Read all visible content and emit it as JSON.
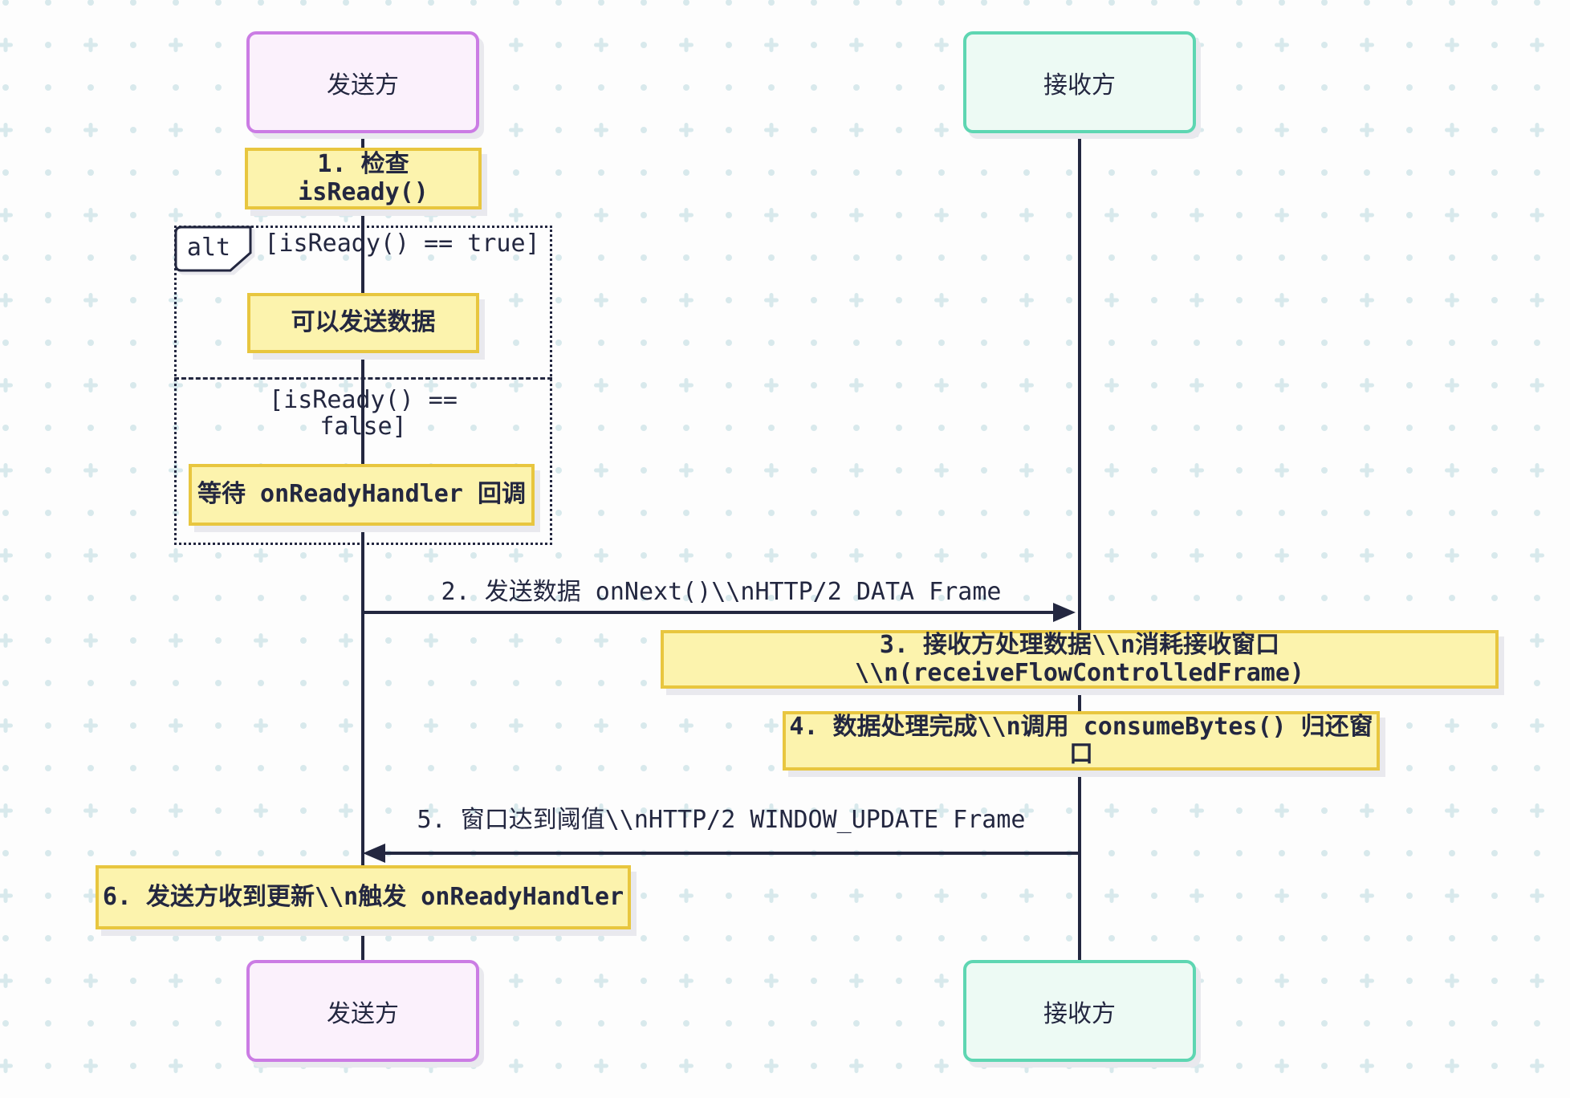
{
  "diagram": {
    "type": "sequence",
    "actors": {
      "sender": {
        "label": "发送方"
      },
      "receiver": {
        "label": "接收方"
      }
    },
    "notes": {
      "n1": "1. 检查 isReady()",
      "n3": "3. 接收方处理数据\\\\n消耗接收窗口\\\\n(receiveFlowControlledFrame)",
      "n4": "4. 数据处理完成\\\\n调用 consumeBytes() 归还窗口",
      "n6": "6. 发送方收到更新\\\\n触发 onReadyHandler"
    },
    "alt": {
      "label": "alt",
      "branches": [
        {
          "condition": "[isReady() == true]",
          "note": "可以发送数据"
        },
        {
          "condition": "[isReady() == false]",
          "note": "等待 onReadyHandler 回调"
        }
      ]
    },
    "messages": [
      {
        "seq": 2,
        "from": "sender",
        "to": "receiver",
        "label": "2. 发送数据 onNext()\\\\nHTTP/2 DATA Frame"
      },
      {
        "seq": 5,
        "from": "receiver",
        "to": "sender",
        "label": "5. 窗口达到阈值\\\\nHTTP/2 WINDOW_UPDATE Frame"
      }
    ]
  },
  "colors": {
    "navy": "#232740",
    "grid": "#d8e9ec",
    "shadow": "#e9e9ee",
    "yellow_fill": "#fcf3ad",
    "yellow_border": "#e8c63f",
    "pink_fill": "#fbf1fc",
    "pink_border": "#cb7ce4",
    "teal_fill": "#edfaf4",
    "teal_border": "#5ed6b2",
    "canvas": "#fdfdfd"
  }
}
